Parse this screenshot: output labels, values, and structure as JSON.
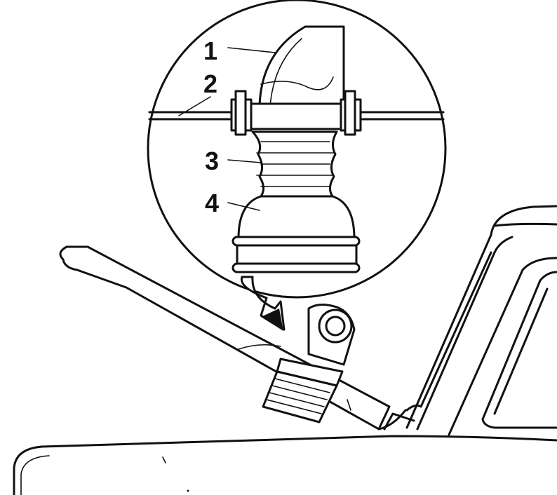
{
  "diagram": {
    "callouts": [
      {
        "number": "1",
        "part": ""
      },
      {
        "number": "2",
        "part": ""
      },
      {
        "number": "3",
        "part": ""
      },
      {
        "number": "4",
        "part": ""
      }
    ]
  },
  "colors": {
    "ink": "#111111",
    "background": "#ffffff"
  },
  "icons": [
    "arrow-icon"
  ]
}
